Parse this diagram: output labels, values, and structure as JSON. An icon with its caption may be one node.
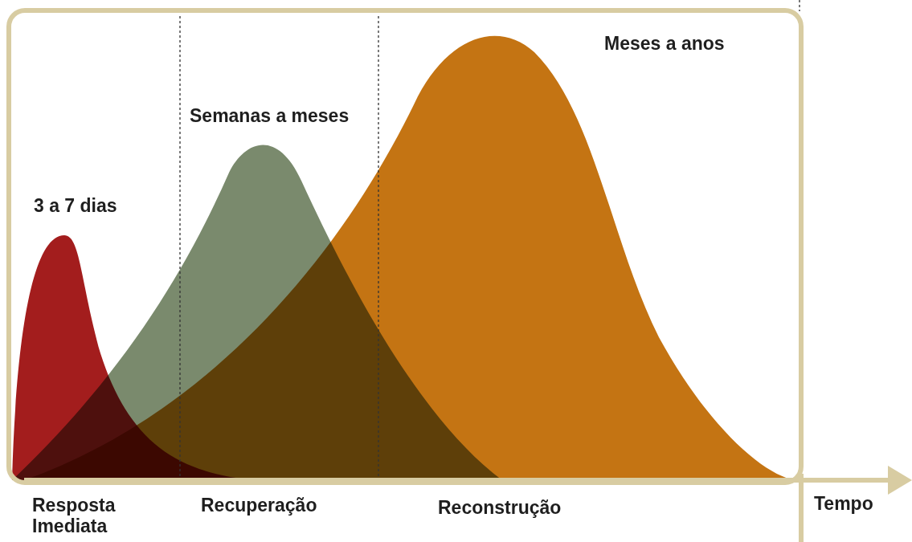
{
  "diagram": {
    "labels": [
      "3 a 7 dias",
      "Semanas a meses",
      "Meses a anos",
      "Resposta Imediata",
      "Recuperação",
      "Reconstrução",
      "Tempo"
    ]
  }
}
